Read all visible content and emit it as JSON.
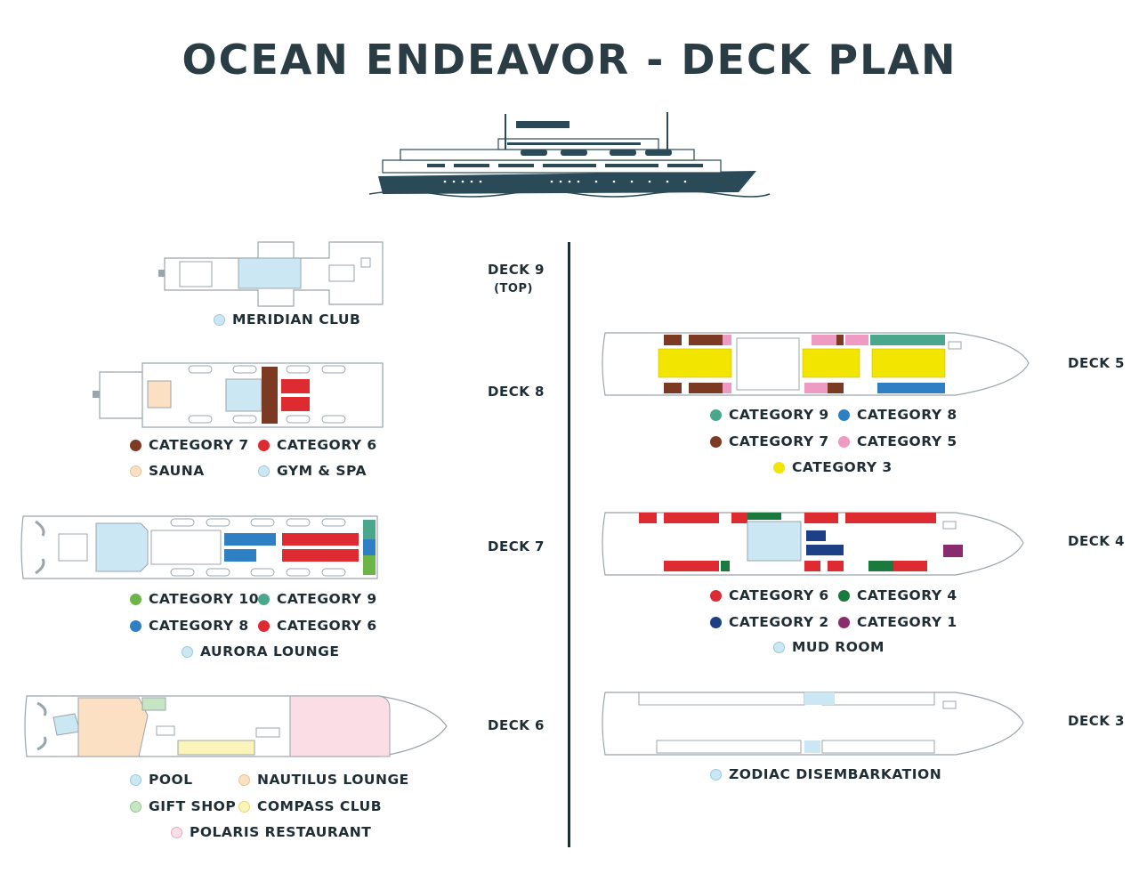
{
  "title": "OCEAN ENDEAVOR - DECK PLAN",
  "colors": {
    "category_10": "#6cb649",
    "category_9": "#4aa78c",
    "category_8": "#2f7fc4",
    "category_7": "#7b3a21",
    "category_6": "#de2a31",
    "category_5": "#ee9ac2",
    "category_4": "#1a7a3e",
    "category_3": "#f2e600",
    "category_2": "#1d3f86",
    "category_1": "#8a2b6e",
    "meridian_club": "#cbe7f4",
    "sauna": "#fbe0c4",
    "gym_spa": "#cbe7f4",
    "aurora_lounge": "#cbe7f4",
    "pool": "#cbe7f4",
    "nautilus_lounge": "#fbe0c4",
    "gift_shop": "#c6e6c3",
    "compass_club": "#fbf4b8",
    "polaris_restaurant": "#fbdde6",
    "mud_room": "#cbe7f4",
    "zodiac": "#cbe7f4",
    "hull": "#2a4a58",
    "outline": "#9aa5ab"
  },
  "decks": {
    "deck9": {
      "label": "DECK 9",
      "sub": "(TOP)",
      "legend": [
        "MERIDIAN CLUB"
      ]
    },
    "deck8": {
      "label": "DECK 8",
      "legend": [
        "CATEGORY 7",
        "CATEGORY 6",
        "SAUNA",
        "GYM & SPA"
      ]
    },
    "deck7": {
      "label": "DECK 7",
      "legend": [
        "CATEGORY 10",
        "CATEGORY 9",
        "CATEGORY 8",
        "CATEGORY 6",
        "AURORA LOUNGE"
      ]
    },
    "deck6": {
      "label": "DECK 6",
      "legend": [
        "POOL",
        "NAUTILUS LOUNGE",
        "GIFT SHOP",
        "COMPASS CLUB",
        "POLARIS RESTAURANT"
      ]
    },
    "deck5": {
      "label": "DECK 5",
      "legend": [
        "CATEGORY 9",
        "CATEGORY 8",
        "CATEGORY 7",
        "CATEGORY 5",
        "CATEGORY 3"
      ]
    },
    "deck4": {
      "label": "DECK 4",
      "legend": [
        "CATEGORY 6",
        "CATEGORY 4",
        "CATEGORY 2",
        "CATEGORY 1",
        "MUD ROOM"
      ]
    },
    "deck3": {
      "label": "DECK 3",
      "legend": [
        "ZODIAC DISEMBARKATION"
      ]
    }
  }
}
